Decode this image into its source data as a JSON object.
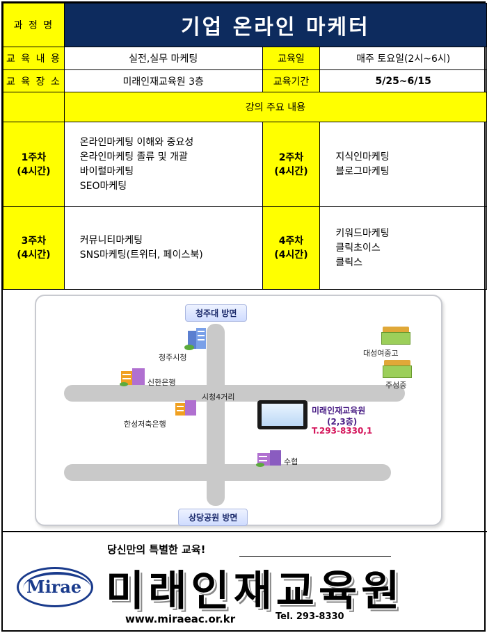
{
  "header": {
    "course_label": "과 정 명",
    "course_title": "기업 온라인 마케터"
  },
  "info": {
    "content_label": "교 육 내 용",
    "content_value": "실전,실무 마케팅",
    "day_label": "교육일",
    "day_value": "매주 토요일(2시~6시)",
    "place_label": "교 육 장 소",
    "place_value": "미래인재교육원 3층",
    "period_label": "교육기간",
    "period_value": "5/25~6/15"
  },
  "syllabus_title": "강의 주요 내용",
  "weeks": [
    {
      "week": "1주차",
      "hours": "(4시간)",
      "items": [
        "온라인마케팅 이해와 중요성",
        "온라인마케팅 졸류 및 개괄",
        "바이럴마케팅",
        "SEO마케팅"
      ]
    },
    {
      "week": "2주차",
      "hours": "(4시간)",
      "items": [
        "지식인마케팅",
        "블로그마케팅"
      ]
    },
    {
      "week": "3주차",
      "hours": "(4시간)",
      "items": [
        "커뮤니티마케팅",
        "SNS마케팅(트위터, 페이스북)"
      ]
    },
    {
      "week": "4주차",
      "hours": "(4시간)",
      "items": [
        "키워드마케팅",
        "클릭초이스",
        "클릭스"
      ]
    }
  ],
  "map": {
    "north_label": "청주대 방면",
    "south_label": "상당공원 방면",
    "city_hall": "청주시청",
    "shinhan": "신한은행",
    "intersection": "시청4거리",
    "hanseong": "한성저축은행",
    "daesung": "대성여중고",
    "juseong": "주성중",
    "suhyup": "수협",
    "center_name": "미래인재교육원",
    "center_floor": "(2,3층)",
    "center_tel": "T.293-8330,1"
  },
  "footer": {
    "slogan": "당신만의 특별한 교육!",
    "logo_text": "Mirae",
    "big_name": "미래인재교육원",
    "website": "www.miraeac.or.kr",
    "tel": "Tel. 293-8330"
  },
  "colors": {
    "yellow": "#ffff00",
    "navy": "#0d2b5e",
    "center_purple": "#4a1f86",
    "tel_pink": "#d4145a"
  }
}
